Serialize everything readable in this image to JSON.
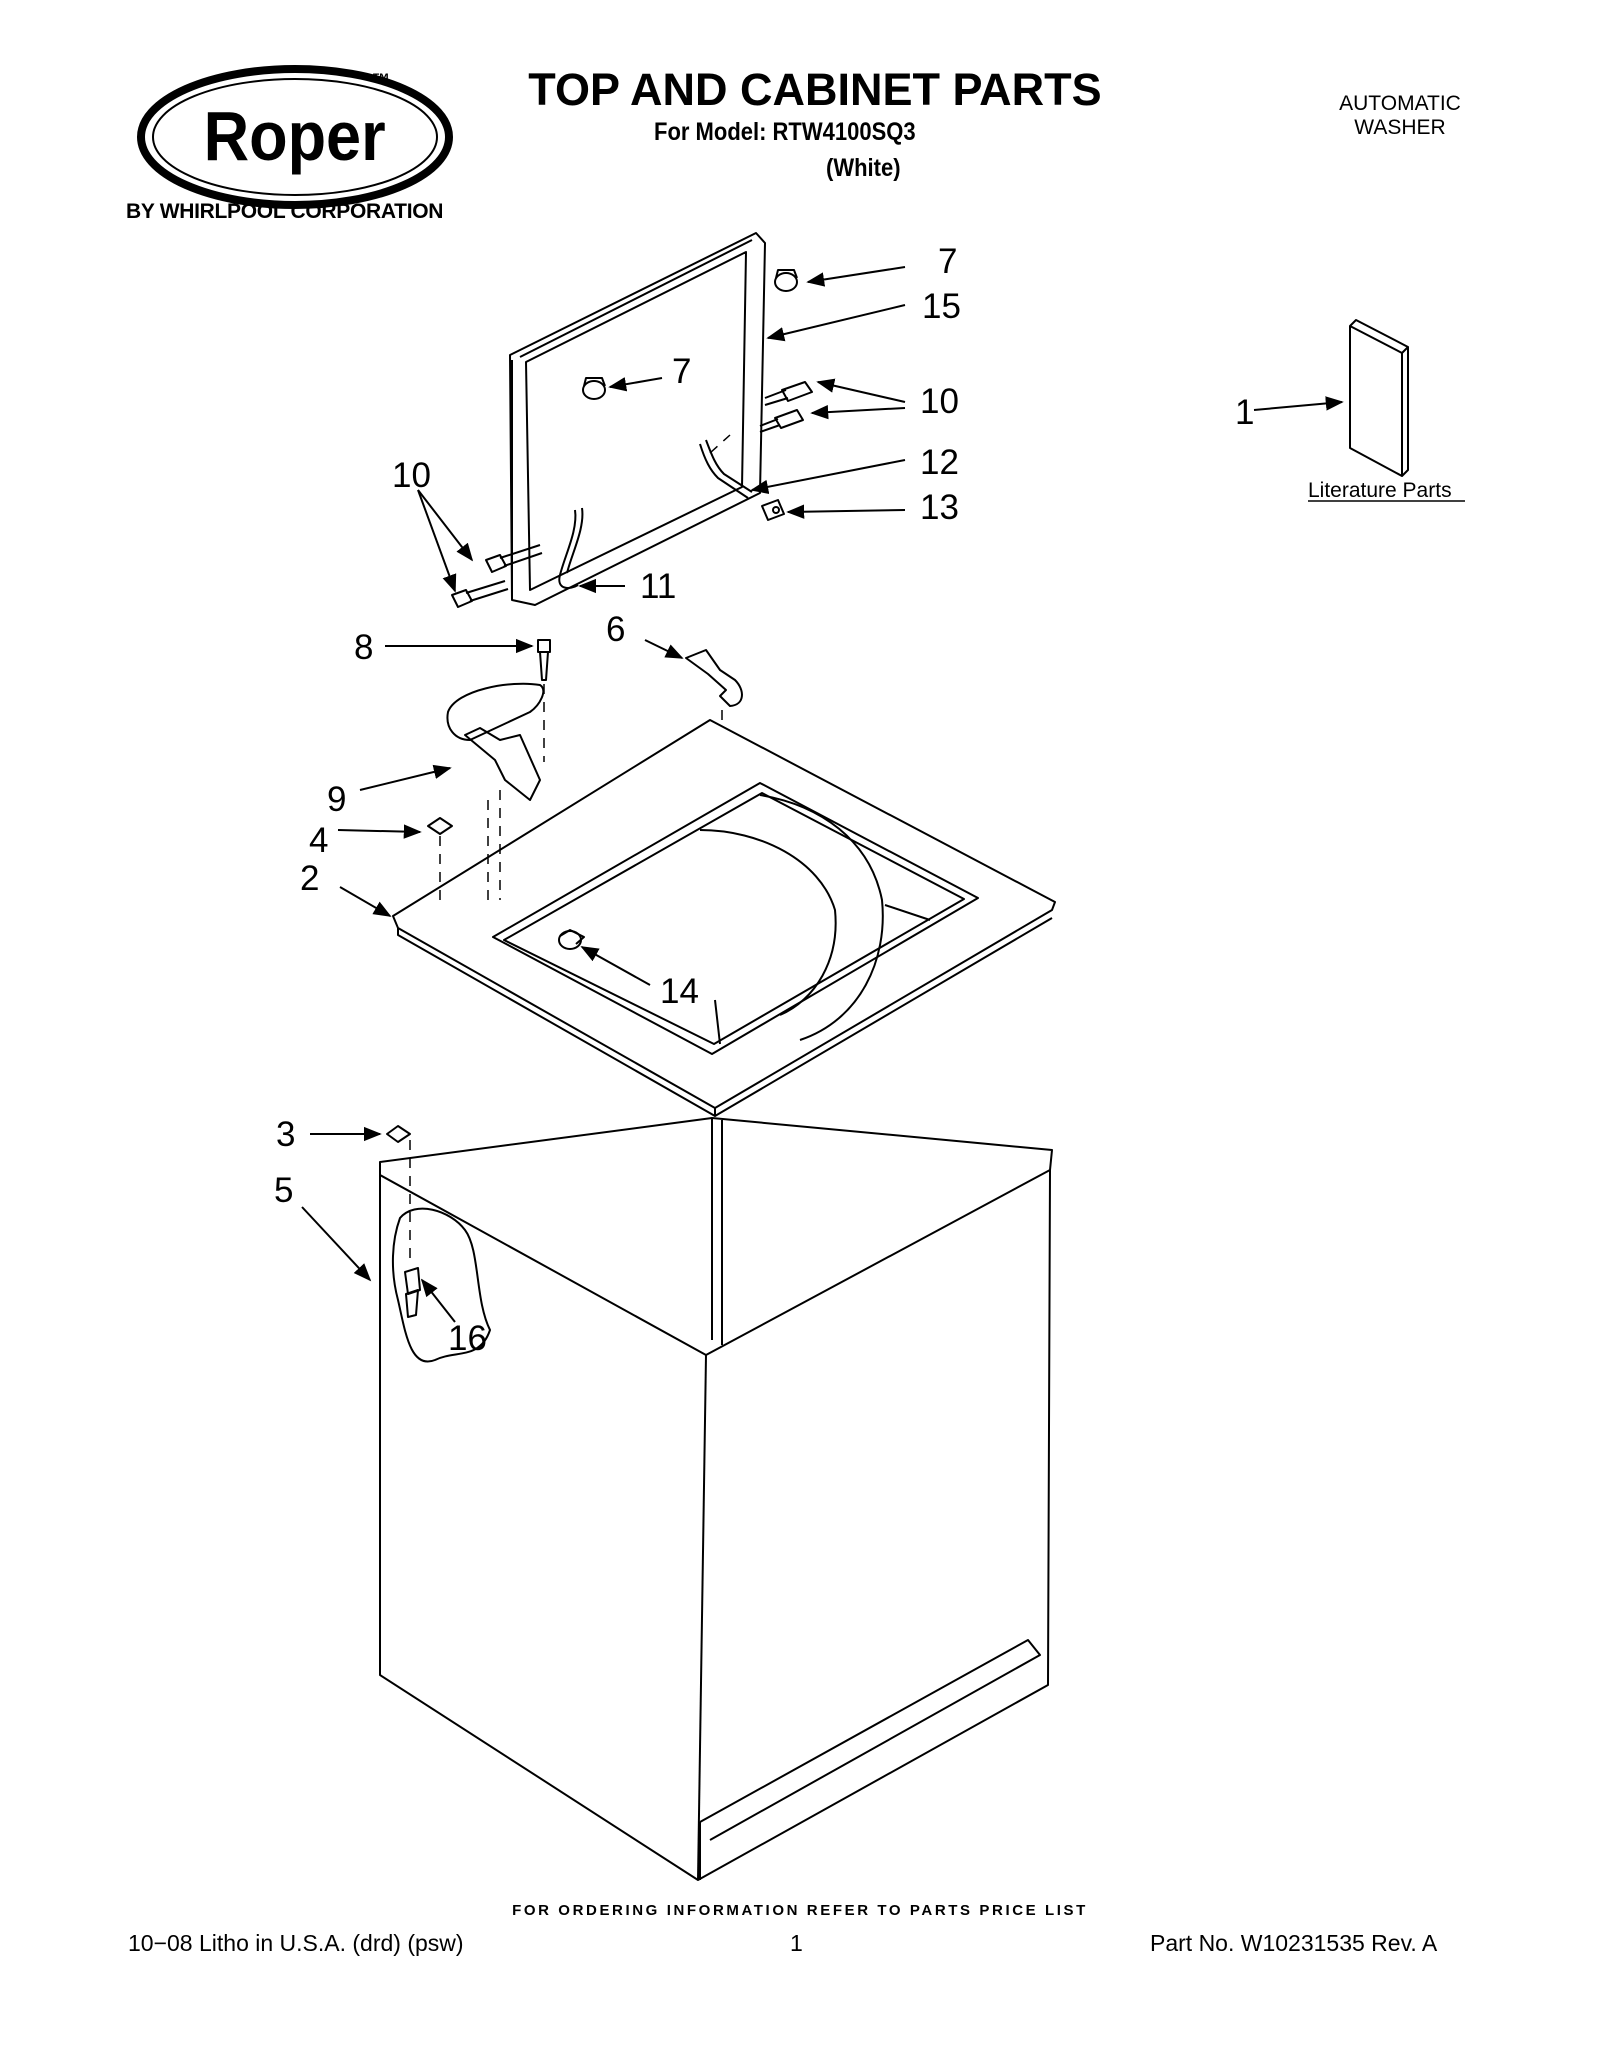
{
  "header": {
    "brand": "Roper",
    "trademark": "™",
    "corporation": "BY WHIRLPOOL CORPORATION",
    "title": "TOP AND CABINET PARTS",
    "model_line": "For Model: RTW4100SQ3",
    "color_line": "(White)",
    "product_type_line1": "AUTOMATIC",
    "product_type_line2": "WASHER"
  },
  "diagram": {
    "callouts": {
      "c7a": "7",
      "c15": "15",
      "c7b": "7",
      "c10a": "10",
      "c12": "12",
      "c13": "13",
      "c10b": "10",
      "c11": "11",
      "c8": "8",
      "c6": "6",
      "c9": "9",
      "c4": "4",
      "c2": "2",
      "c14": "14",
      "c3": "3",
      "c5": "5",
      "c16": "16",
      "c1": "1"
    },
    "literature_label": "Literature Parts"
  },
  "footer": {
    "ordering_note": "FOR ORDERING INFORMATION REFER TO PARTS PRICE LIST",
    "litho": "10−08 Litho in U.S.A. (drd) (psw)",
    "page_number": "1",
    "part_number": "Part No. W10231535 Rev. A"
  }
}
